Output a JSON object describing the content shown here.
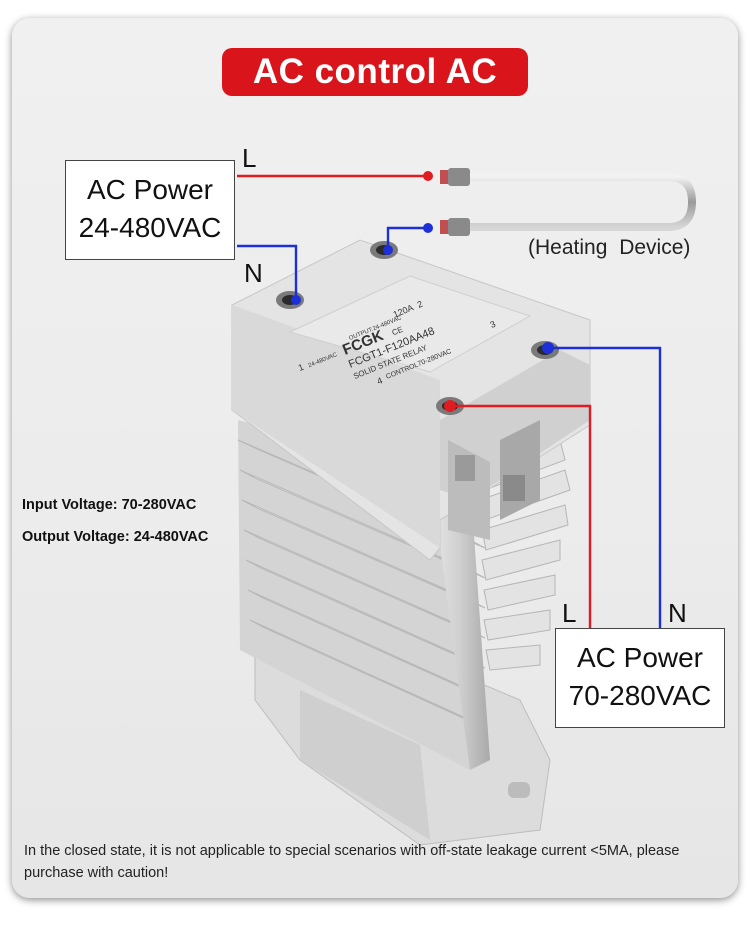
{
  "title": "AC control AC",
  "power_top": {
    "line1": "AC Power",
    "line2": "24-480VAC"
  },
  "power_bottom": {
    "line1": "AC Power",
    "line2": "70-280VAC"
  },
  "labels": {
    "L_top": "L",
    "N_top": "N",
    "L_bottom": "L",
    "N_bottom": "N"
  },
  "heating_device": "(Heating  Device)",
  "input_voltage": "Input Voltage: 70-280VAC",
  "output_voltage": "Output Voltage: 24-480VAC",
  "relay": {
    "brand": "FCGK",
    "model": "FCGT1-F120AA48",
    "type": "SOLID STATE RELAY",
    "rating": "120A",
    "output_label": "OUTPUT:24-480VAC",
    "load_label": "24-480VAC",
    "control_label": "CONTROL70-280VAC",
    "terminal_1": "1",
    "terminal_2": "2",
    "terminal_3": "3",
    "terminal_4": "4",
    "ce": "CE"
  },
  "note": "In the closed state, it is not applicable to special scenarios with off-state leakage current <5MA, please purchase with caution!",
  "colors": {
    "accent_red": "#d9151b",
    "wire_red": "#e01b22",
    "wire_blue": "#1d2fd6"
  }
}
